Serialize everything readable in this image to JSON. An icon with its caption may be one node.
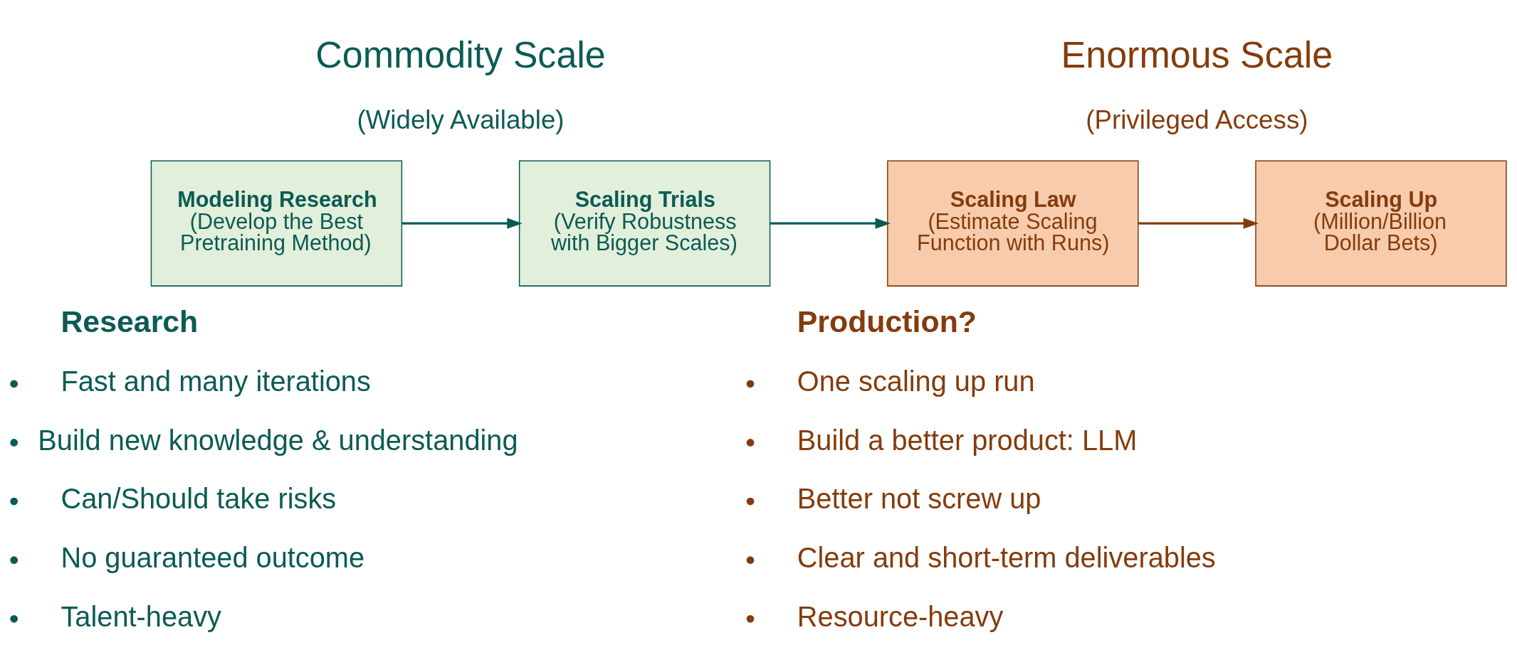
{
  "diagram": {
    "nodes": [
      {
        "text": [
          "Modeling Research",
          "(Develop the Best Pretraining Method)"
        ]
      },
      {
        "text": [
          "Scaling Trials",
          "(Verify Robustness with Bigger Scales)"
        ]
      },
      {
        "text": [
          "Scaling Law",
          "(Estimate Scaling Function with Runs)"
        ]
      },
      {
        "text": [
          "Scaling Up",
          "(Million/Billion Dollar Bets)"
        ]
      }
    ],
    "edges": [
      {
        "from": 0,
        "to": 1,
        "arrow": "to"
      },
      {
        "from": 1,
        "to": 2,
        "arrow": "to"
      },
      {
        "from": 2,
        "to": 3,
        "arrow": "to",
        "color": "#843c0c"
      }
    ],
    "labels": [
      "Commodity Scale",
      "(Widely Available)",
      "Research",
      "Fast and many iterations",
      "Build new knowledge & understanding",
      "Can/Should take risks",
      "No guaranteed outcome",
      "Talent-heavy",
      "Enormous Scale",
      "(Privileged Access)",
      "Production?",
      "One scaling up run",
      "Build a better product: LLM",
      "Better not screw up",
      "Clear and short-term deliverables",
      "Resource-heavy"
    ]
  }
}
